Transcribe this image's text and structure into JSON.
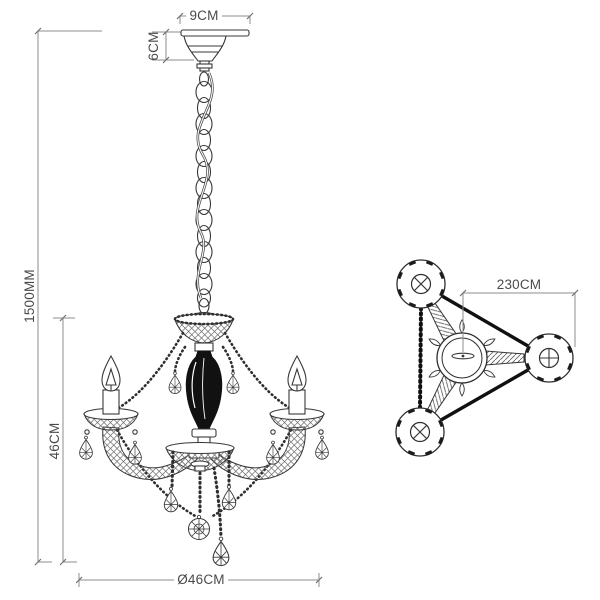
{
  "page": {
    "background": "#ffffff"
  },
  "drawing": {
    "line_color": "#383838",
    "dim_line_color": "#8c8c8c",
    "text_color": "#4a4a4a",
    "black_fill": "#111111",
    "subject": "3-arm crystal chandelier technical drawing"
  },
  "front_view": {
    "dimensions": {
      "canopy_width": "9CM",
      "canopy_height": "6CM",
      "overall_height": "1500MM",
      "fixture_height": "46CM",
      "fixture_diameter": "Ø46CM"
    }
  },
  "top_view": {
    "dimensions": {
      "arm_spread": "230CM"
    }
  }
}
